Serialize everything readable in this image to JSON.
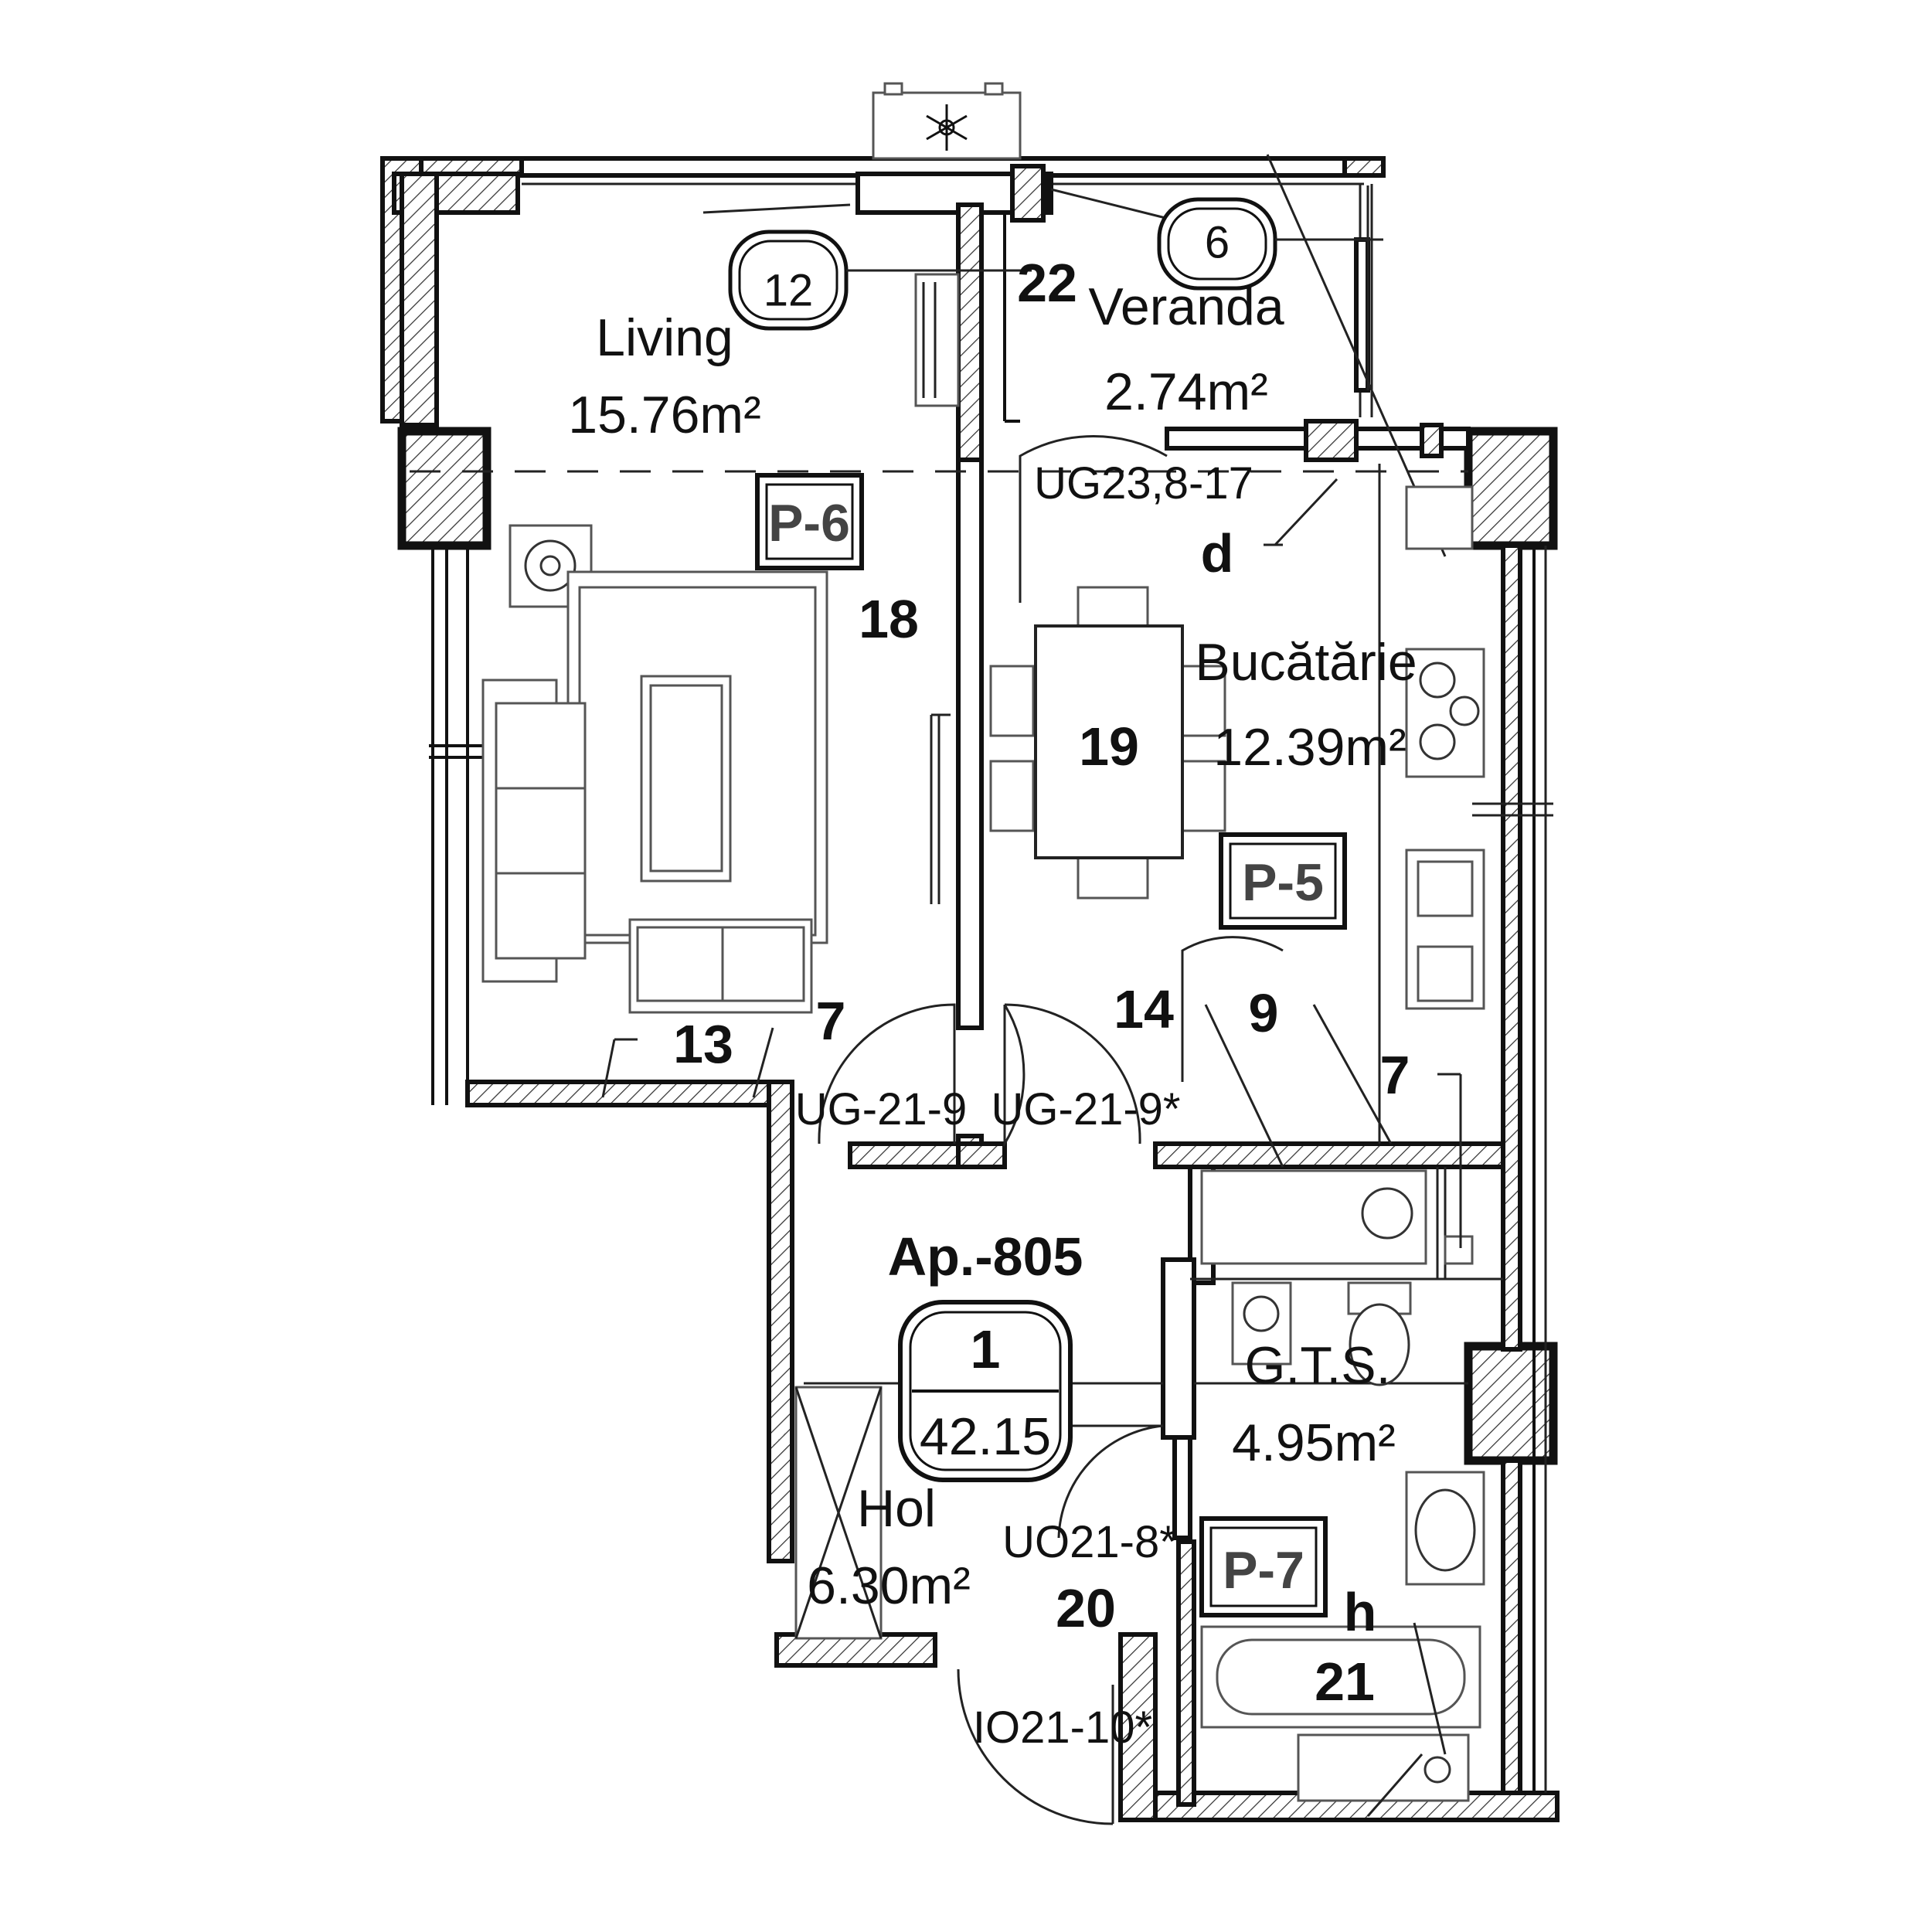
{
  "apartment": {
    "name": "Ap.-805",
    "rooms_count": "1",
    "total_area": "42.15"
  },
  "rooms": {
    "living": {
      "name": "Living",
      "area": "15.76m²"
    },
    "veranda": {
      "name": "Veranda",
      "area": "2.74m²"
    },
    "kitchen": {
      "name": "Bucătărie",
      "area": "12.39m²"
    },
    "gts": {
      "name": "G.T.S.",
      "area": "4.95m²"
    },
    "hall": {
      "name": "Hol",
      "area": "6.30m²"
    }
  },
  "circle_tags": {
    "living": "12",
    "veranda": "6"
  },
  "panel_tags": {
    "p6": "P-6",
    "p5": "P-5",
    "p7": "P-7"
  },
  "door_codes": {
    "veranda_kitchen": "UG23,8-17",
    "living_door": "UG-21-9",
    "kitchen_door": "UG-21-9*",
    "bath_door": "UO21-8*",
    "entry_door": "IO21-10*"
  },
  "markers": {
    "n22": "22",
    "n18": "18",
    "n19": "19",
    "n13": "13",
    "n7a": "7",
    "n14": "14",
    "n9": "9",
    "n7b": "7",
    "n20": "20",
    "n21": "21",
    "letter_d": "d",
    "letter_h": "h"
  },
  "icons": {
    "ac_unit": "snowflake-icon"
  }
}
